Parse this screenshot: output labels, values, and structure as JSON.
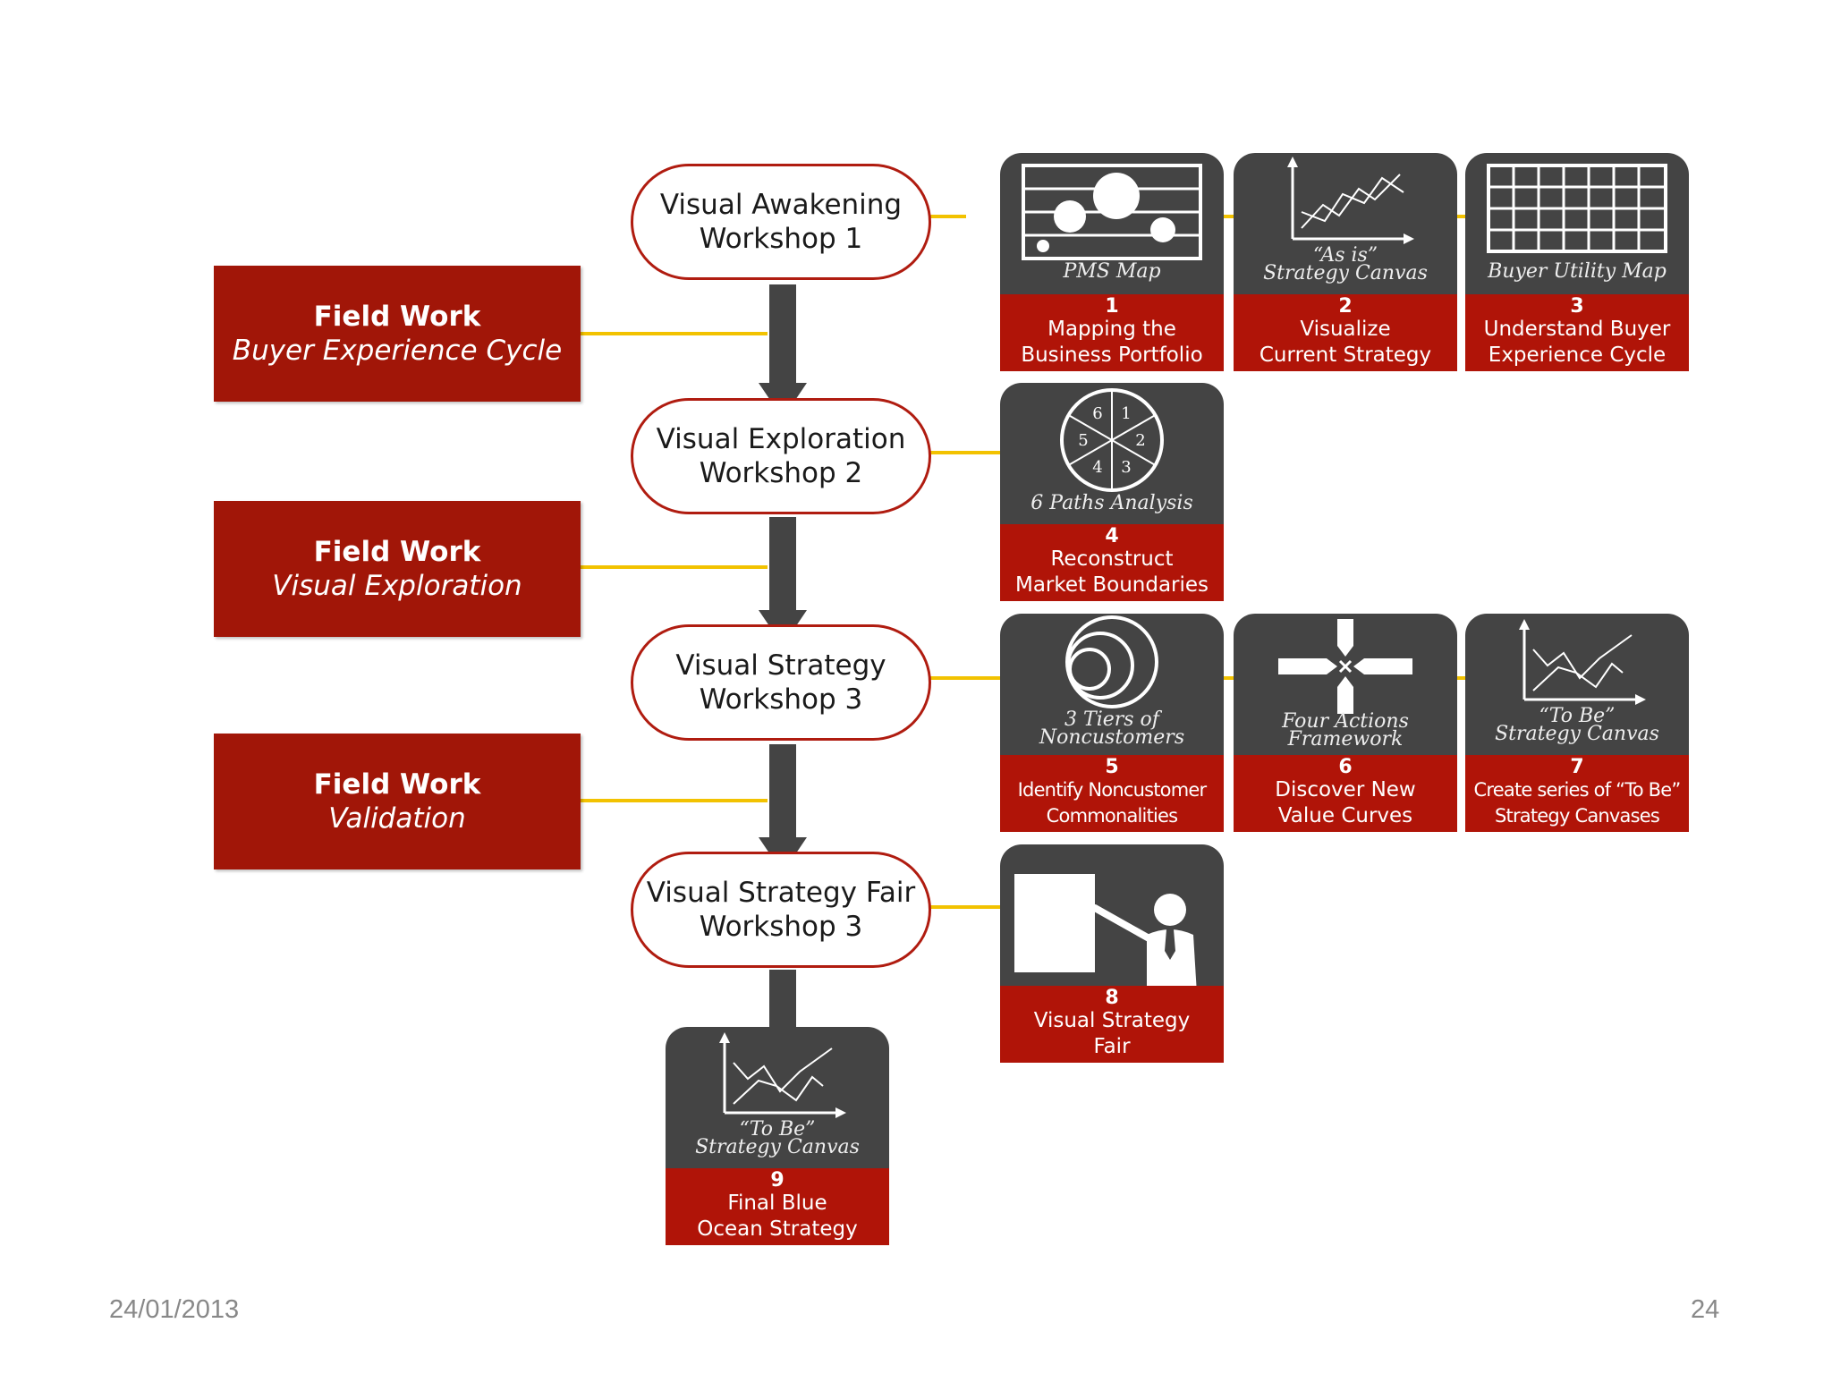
{
  "workshops": [
    {
      "title": "Visual Awakening",
      "sub": "Workshop 1"
    },
    {
      "title": "Visual Exploration",
      "sub": "Workshop 2"
    },
    {
      "title": "Visual Strategy",
      "sub": "Workshop 3"
    },
    {
      "title": "Visual Strategy Fair",
      "sub": "Workshop 3"
    }
  ],
  "fieldwork": [
    {
      "title": "Field Work",
      "sub": "Buyer Experience Cycle"
    },
    {
      "title": "Field Work",
      "sub": "Visual Exploration"
    },
    {
      "title": "Field Work",
      "sub": "Validation"
    }
  ],
  "tools": {
    "t1": {
      "caption": "PMS Map",
      "num": "1",
      "lines": [
        "Mapping the",
        "Business Portfolio"
      ]
    },
    "t2": {
      "caption1": "“As is”",
      "caption2": "Strategy Canvas",
      "num": "2",
      "lines": [
        "Visualize",
        "Current Strategy"
      ]
    },
    "t3": {
      "caption": "Buyer Utility Map",
      "num": "3",
      "lines": [
        "Understand Buyer",
        "Experience Cycle"
      ]
    },
    "t4": {
      "caption": "6 Paths Analysis",
      "num": "4",
      "lines": [
        "Reconstruct",
        "Market Boundaries"
      ]
    },
    "t5": {
      "caption1": "3 Tiers of",
      "caption2": "Noncustomers",
      "num": "5",
      "lines": [
        "Identify Noncustomer",
        "Commonalities"
      ]
    },
    "t6": {
      "caption1": "Four Actions",
      "caption2": "Framework",
      "num": "6",
      "lines": [
        "Discover New",
        "Value Curves"
      ]
    },
    "t7": {
      "caption1": "“To Be”",
      "caption2": "Strategy Canvas",
      "num": "7",
      "lines": [
        "Create series of “To Be”",
        "Strategy Canvases"
      ]
    },
    "t8": {
      "num": "8",
      "lines": [
        "Visual Strategy",
        "Fair"
      ]
    },
    "t9": {
      "caption1": "“To Be”",
      "caption2": "Strategy Canvas",
      "num": "9",
      "lines": [
        "Final Blue",
        "Ocean Strategy"
      ]
    }
  },
  "six_paths": [
    "1",
    "2",
    "3",
    "4",
    "5",
    "6"
  ],
  "footer": {
    "date": "24/01/2013",
    "page": "24"
  },
  "colors": {
    "red": "#a11608",
    "dark": "#444444",
    "connector": "#f2c200"
  }
}
